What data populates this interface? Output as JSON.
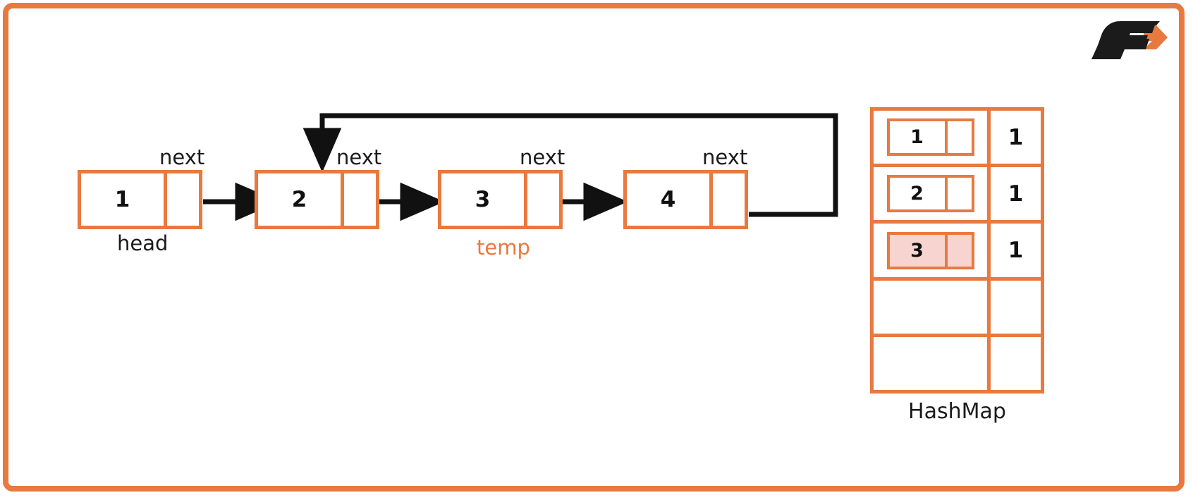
{
  "theme": {
    "accent": "#e8793f",
    "highlight": "#f8d4d0",
    "stroke": "#111111",
    "background": "#ffffff"
  },
  "logo": {
    "name": "logo-f-arrow",
    "letter_color": "#1b1b1b",
    "arrow_color": "#e8793f"
  },
  "linked_list": {
    "nodes": [
      {
        "value": "1",
        "next_label": "next",
        "under_label": "head",
        "under_accent": false
      },
      {
        "value": "2",
        "next_label": "next",
        "under_label": "",
        "under_accent": false
      },
      {
        "value": "3",
        "next_label": "next",
        "under_label": "temp",
        "under_accent": true
      },
      {
        "value": "4",
        "next_label": "next",
        "under_label": "",
        "under_accent": false
      }
    ]
  },
  "hashmap": {
    "caption": "HashMap",
    "rows": [
      {
        "key": "1",
        "count": "1",
        "highlighted": false
      },
      {
        "key": "2",
        "count": "1",
        "highlighted": false
      },
      {
        "key": "3",
        "count": "1",
        "highlighted": true
      },
      {
        "key": "",
        "count": "",
        "highlighted": false
      },
      {
        "key": "",
        "count": "",
        "highlighted": false
      }
    ]
  }
}
